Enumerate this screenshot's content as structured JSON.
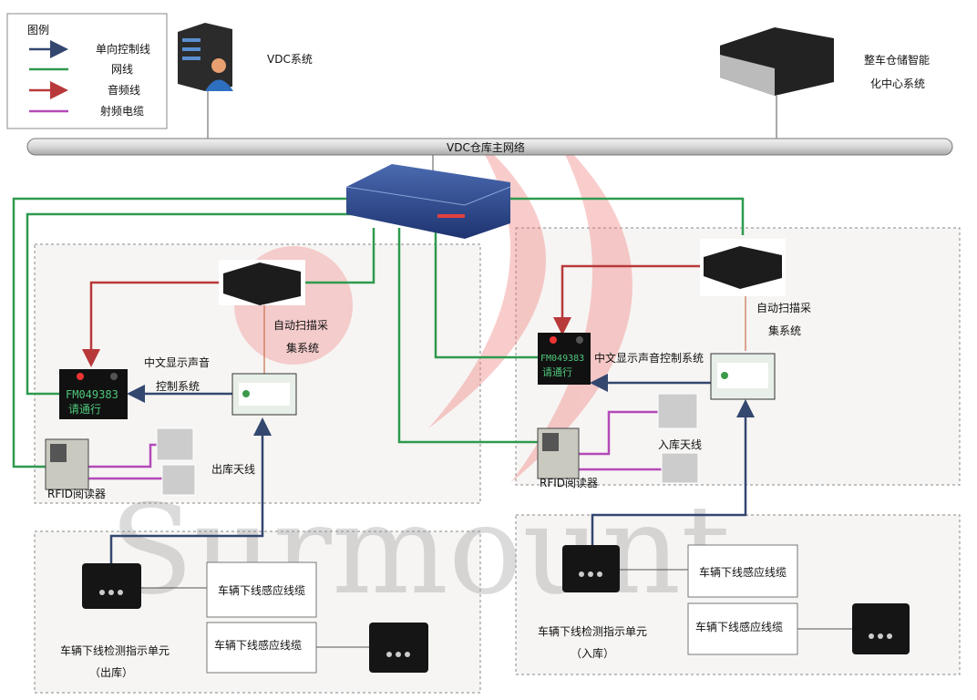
{
  "legend": {
    "title": "图例",
    "items": [
      {
        "label": "单向控制线",
        "color": "#33476f",
        "arrow": true
      },
      {
        "label": "网线",
        "color": "#2e9a4e",
        "arrow": false
      },
      {
        "label": "音频线",
        "color": "#b8393a",
        "arrow": true
      },
      {
        "label": "射频电缆",
        "color": "#b34ab8",
        "arrow": false
      }
    ]
  },
  "top": {
    "vdc_system": "VDC系统",
    "center_system_line1": "整车仓储智能",
    "center_system_line2": "化中心系统",
    "network": "VDC仓库主网络"
  },
  "left_zone": {
    "scanner_line1": "自动扫描采",
    "scanner_line2": "集系统",
    "display_line1": "中文显示声音",
    "display_line2": "控制系统",
    "display_screen_line1": "FM049383",
    "display_screen_line2": "请通行",
    "antenna": "出库天线",
    "rfid": "RFID阅读器"
  },
  "right_zone": {
    "scanner_line1": "自动扫描采",
    "scanner_line2": "集系统",
    "display": "中文显示声音控制系统",
    "display_screen_line1": "FM049383",
    "display_screen_line2": "请通行",
    "antenna": "入库天线",
    "rfid": "RFID阅读器"
  },
  "bottom_left": {
    "cable1": "车辆下线感应线缆",
    "cable2": "车辆下线感应线缆",
    "unit_line1": "车辆下线检测指示单元",
    "unit_line2": "（出库）"
  },
  "bottom_right": {
    "cable1": "车辆下线感应线缆",
    "cable2": "车辆下线感应线缆",
    "unit_line1": "车辆下线检测指示单元",
    "unit_line2": "（入库）"
  },
  "watermark": "Surmount"
}
